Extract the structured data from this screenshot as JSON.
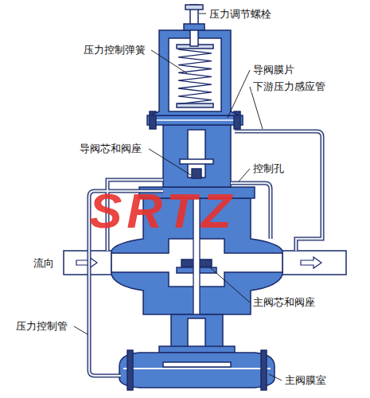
{
  "diagram": {
    "labels": [
      "压力调节螺栓",
      "压力控制弹簧",
      "导阀膜片",
      "下游压力感应管",
      "导阀芯和阀座",
      "控制孔",
      "SRTZ",
      "流向",
      "主阀芯和阀座",
      "压力控制管",
      "主阀膜室"
    ]
  }
}
